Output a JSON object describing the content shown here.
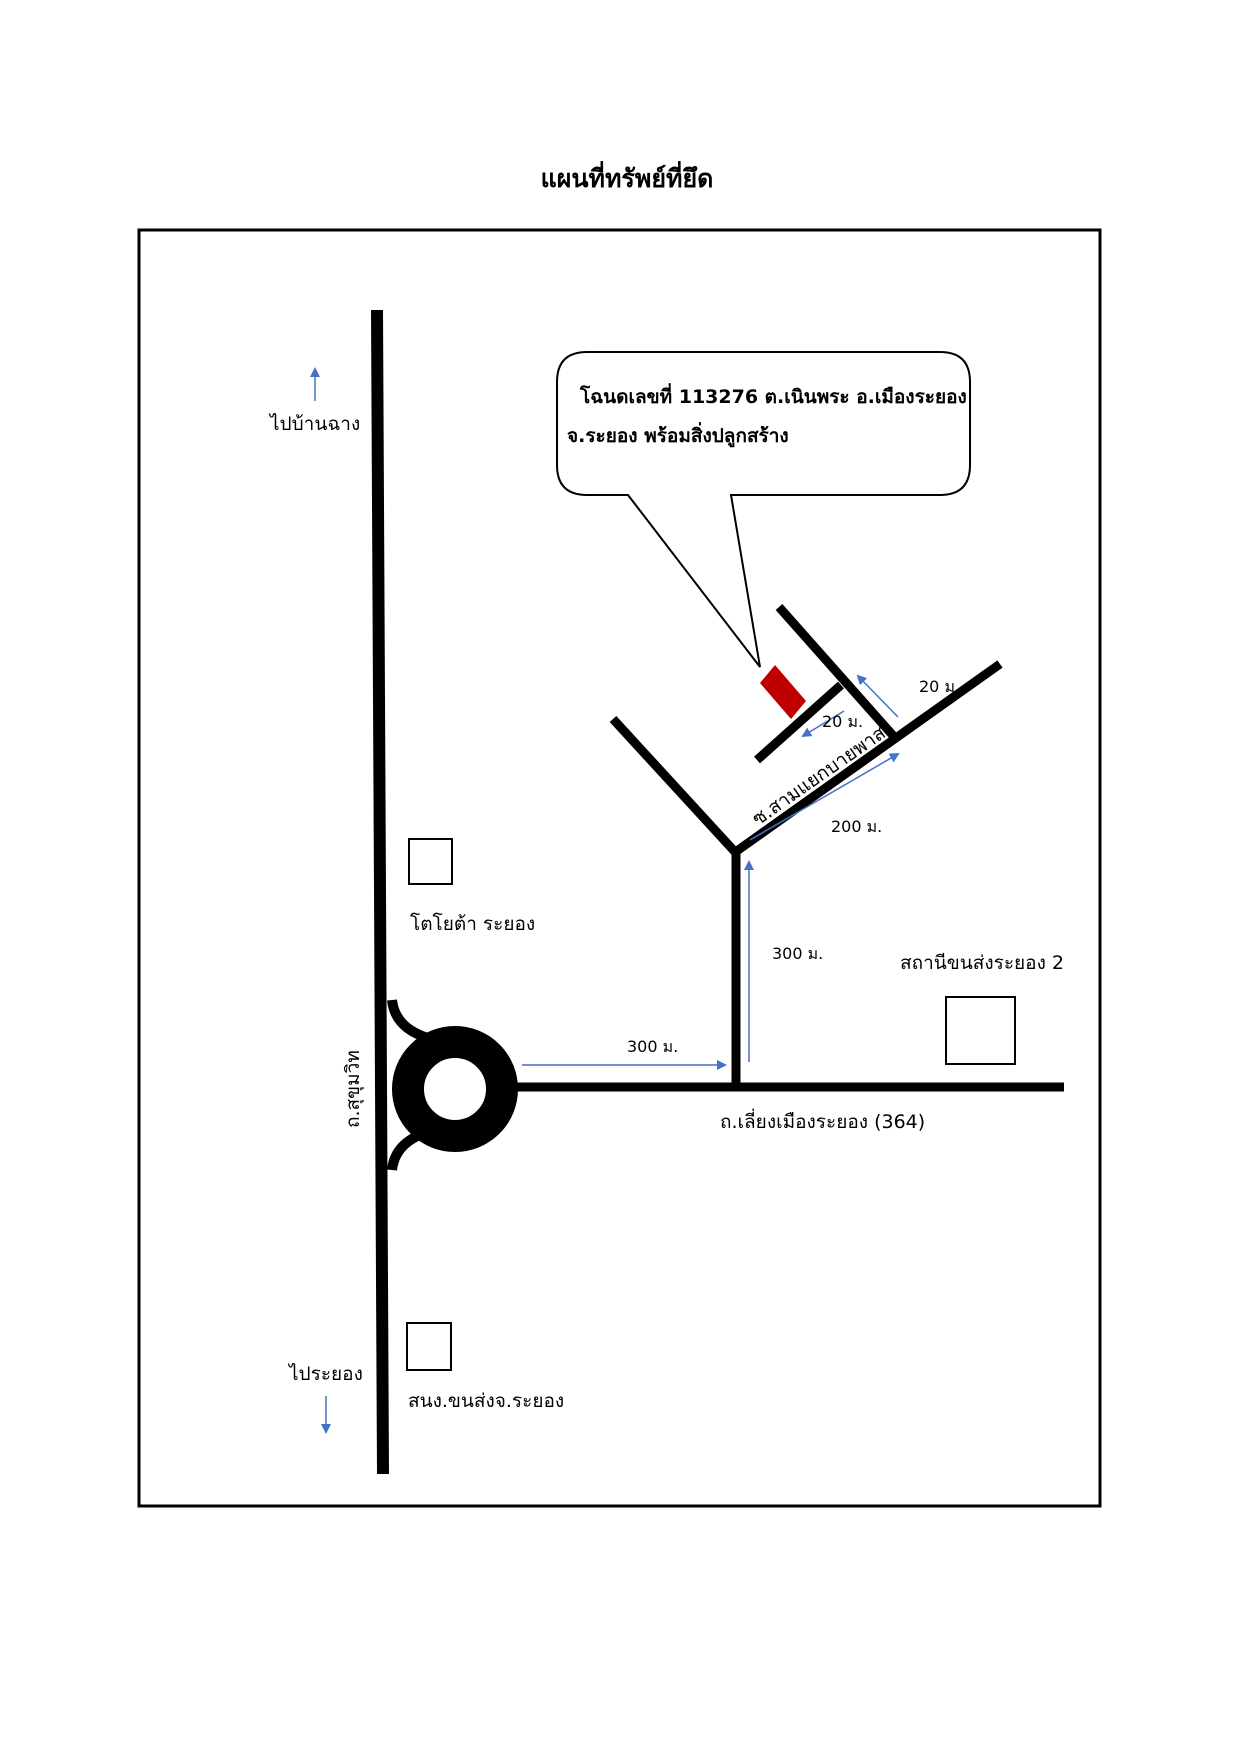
{
  "title": "แผนที่ทรัพย์ที่ยึด",
  "callout": {
    "line1": "โฉนดเลขที่  113276 ต.เนินพระ อ.เมืองระยอง",
    "line2": "จ.ระยอง   พร้อมสิ่งปลูกสร้าง"
  },
  "roads": {
    "sukhumvit": "ถ.สุขุมวิท",
    "bypass": "ถ.เลี่ยงเมืองระยอง (364)",
    "soi": "ซ.สามแยกบายพาส"
  },
  "directions": {
    "north": "ไปบ้านฉาง",
    "south": "ไประยอง"
  },
  "landmarks": {
    "toyota": "โตโยต้า ระยอง",
    "bus_station": "สถานีขนส่งระยอง 2",
    "transport_office": "สนง.ขนส่งจ.ระยอง"
  },
  "distances": {
    "bypass_300": "300 ม.",
    "branch_300": "300 ม.",
    "soi_200": "200 ม.",
    "soi_20": "20 ม.",
    "plot_20": "20 ม."
  },
  "colors": {
    "road": "#000000",
    "arrow": "#4472c4",
    "property": "#c00000"
  }
}
